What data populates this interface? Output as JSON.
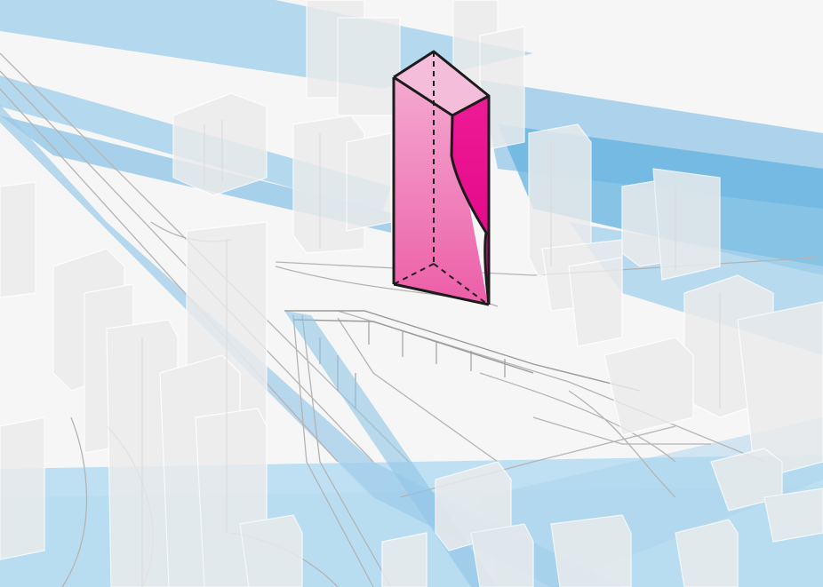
{
  "scene": {
    "kind": "isometric-urban-axonometric",
    "colors": {
      "background": "#f6f6f6",
      "sky_band": "#a9d3ec",
      "sky_band_deep": "#5aaede",
      "ground_water": "#b7dcf0",
      "building_fill": "#ebebeb",
      "building_edge": "#ffffff",
      "road_line": "#b9b9b9",
      "tower_top": "#f4bedb",
      "tower_front": "#ef89bf",
      "tower_side": "#e8088c",
      "tower_outline": "#1c1c1c"
    },
    "elements": {
      "highlighted_tower": {
        "icon": "pink-tower",
        "description_visible": false
      },
      "light_rays": {
        "icon": "blue-view-corridors"
      },
      "viaduct": {
        "icon": "elevated-road"
      },
      "context_buildings": {
        "icon": "ghosted-buildings"
      }
    }
  }
}
